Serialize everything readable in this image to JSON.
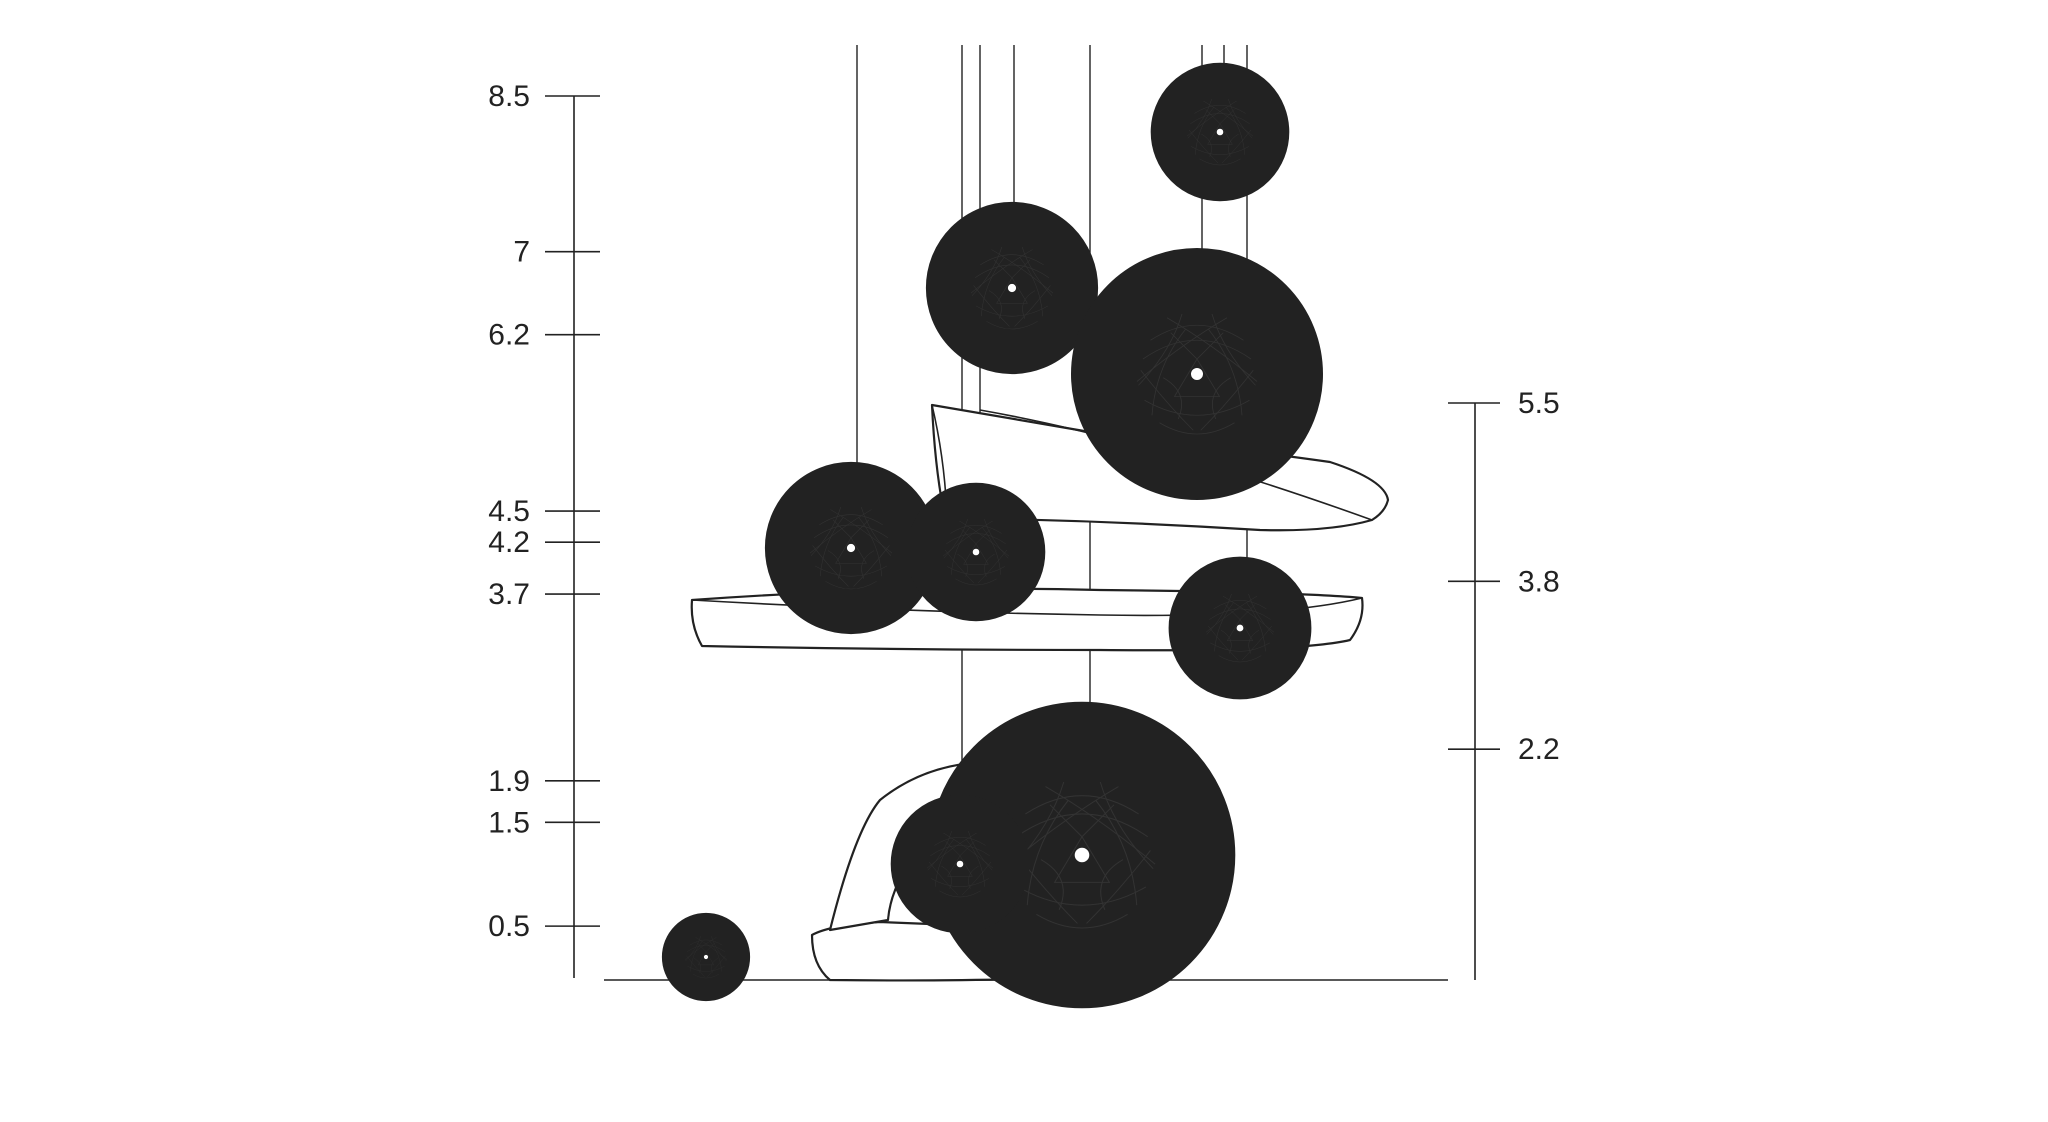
{
  "left_scale": {
    "min": 0,
    "max": 8.5,
    "ticks": [
      {
        "value": 8.5,
        "label": "8.5"
      },
      {
        "value": 7,
        "label": "7"
      },
      {
        "value": 6.2,
        "label": "6.2"
      },
      {
        "value": 4.5,
        "label": "4.5"
      },
      {
        "value": 4.2,
        "label": "4.2"
      },
      {
        "value": 3.7,
        "label": "3.7"
      },
      {
        "value": 1.9,
        "label": "1.9"
      },
      {
        "value": 1.5,
        "label": "1.5"
      },
      {
        "value": 0.5,
        "label": "0.5"
      }
    ]
  },
  "right_scale": {
    "min": 0,
    "max": 5.5,
    "ticks": [
      {
        "value": 5.5,
        "label": "5.5"
      },
      {
        "value": 3.8,
        "label": "3.8"
      },
      {
        "value": 2.2,
        "label": "2.2"
      }
    ]
  }
}
